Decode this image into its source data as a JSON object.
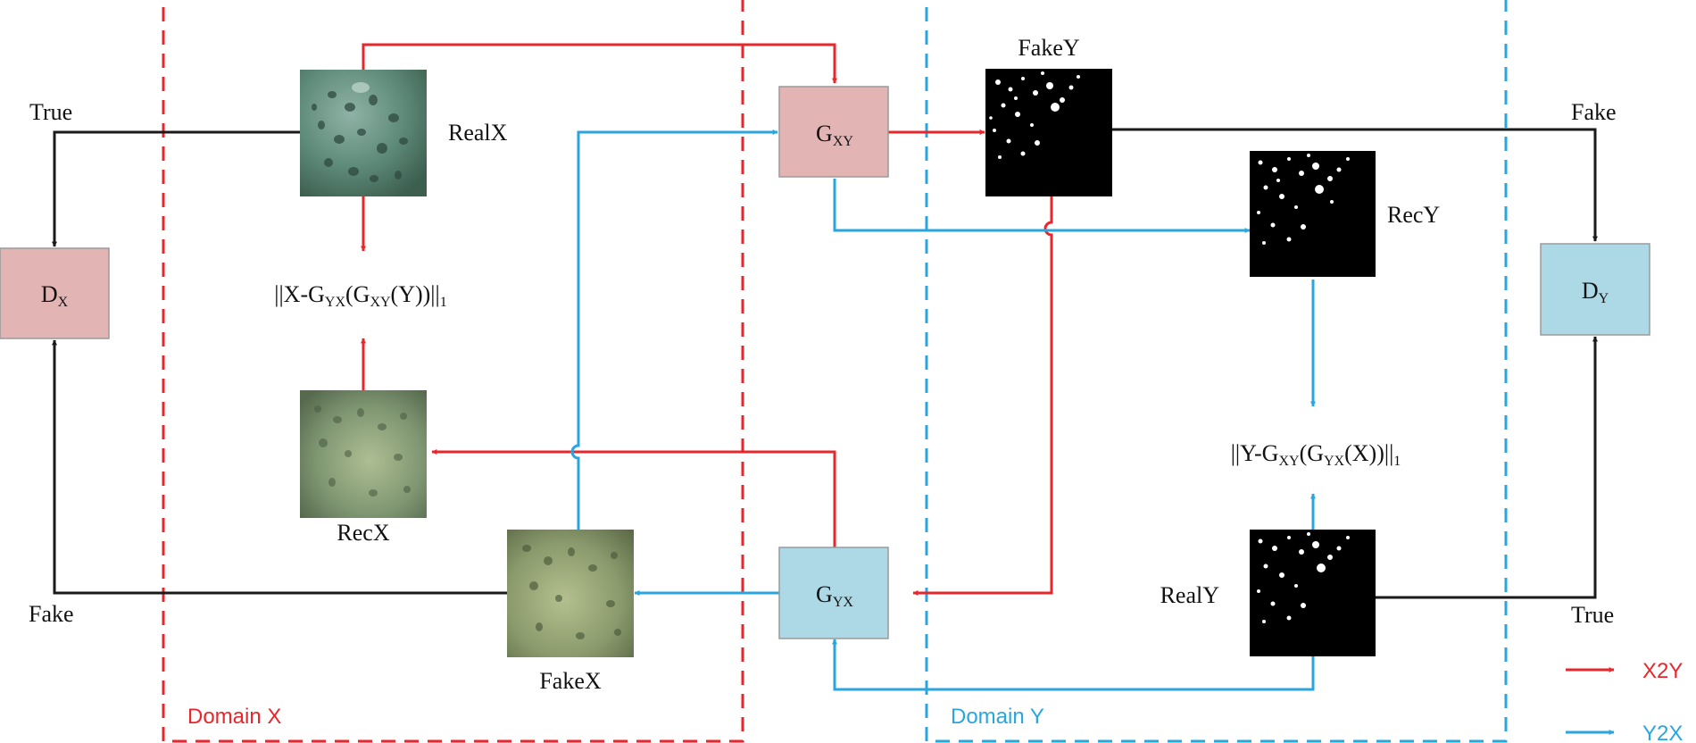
{
  "colors": {
    "red": "#e8262c",
    "blue": "#2aa6df",
    "black": "#1a1a1a",
    "pink_box": "#e2b4b4",
    "blue_box": "#add8e6",
    "box_border": "#9a9a9a"
  },
  "domains": {
    "x_label": "Domain X",
    "y_label": "Domain Y"
  },
  "nodes": {
    "gxy": {
      "main": "G",
      "sub": "XY"
    },
    "gyx": {
      "main": "G",
      "sub": "YX"
    },
    "dx": {
      "main": "D",
      "sub": "X"
    },
    "dy": {
      "main": "D",
      "sub": "Y"
    }
  },
  "images": {
    "realx": "RealX",
    "recx": "RecX",
    "fakex": "FakeX",
    "fakey": "FakeY",
    "recy": "RecY",
    "realy": "RealY"
  },
  "loss_x": {
    "p1": "||X-G",
    "s1": "YX",
    "p2": "(G",
    "s2": "XY",
    "p3": "(Y))||",
    "s3": "1"
  },
  "loss_y": {
    "p1": "||Y-G",
    "s1": "XY",
    "p2": "(G",
    "s2": "YX",
    "p3": "(X))||",
    "s3": "1"
  },
  "side_labels": {
    "left_true": "True",
    "left_fake": "Fake",
    "right_fake": "Fake",
    "right_true": "True"
  },
  "legend": {
    "x2y": "X2Y",
    "y2x": "Y2X"
  }
}
